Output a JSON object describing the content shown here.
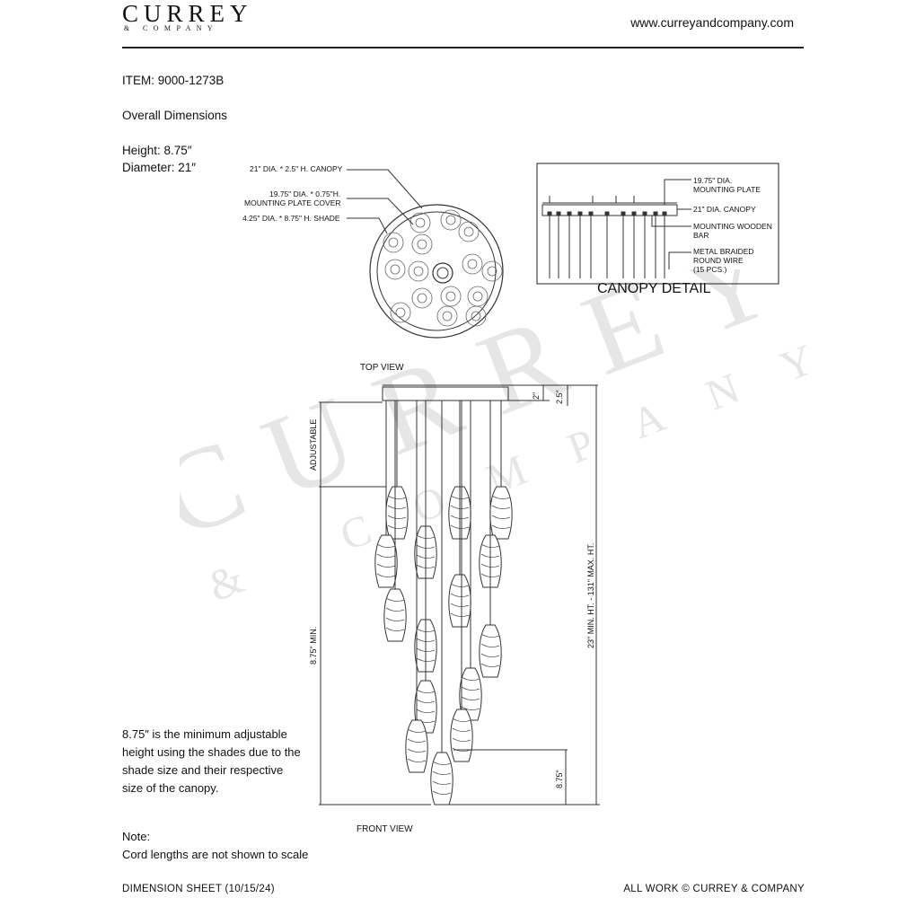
{
  "header": {
    "brand_name": "CURREY",
    "brand_sub": "& COMPANY",
    "url": "www.curreyandcompany.com"
  },
  "item": {
    "label": "ITEM: 9000-1273B",
    "overall_title": "Overall Dimensions",
    "height": "Height: 8.75″",
    "diameter": "Diameter: 21″"
  },
  "top_view": {
    "caption": "TOP VIEW",
    "callouts": {
      "canopy": "21\" DIA. * 2.5\" H. CANOPY",
      "plate_cover_1": "19.75\" DIA. * 0.75\"H.",
      "plate_cover_2": "MOUNTING PLATE COVER",
      "shade": "4.25\" DIA. * 8.75\" H. SHADE"
    }
  },
  "canopy_detail": {
    "title": "CANOPY DETAIL",
    "callouts": {
      "plate_1": "19.75\" DIA.",
      "plate_2": "MOUNTING PLATE",
      "canopy": "21\" DIA. CANOPY",
      "bar_1": "MOUNTING WOODEN",
      "bar_2": "BAR",
      "wire_1": "METAL BRAIDED",
      "wire_2": "ROUND WIRE",
      "wire_3": "(15 PCS.)"
    }
  },
  "front_view": {
    "caption": "FRONT VIEW",
    "adjustable": "ADJUSTABLE",
    "min_height": "8.75\" MIN.",
    "overall_height": "23\" MIN. HT. - 131\" MAX. HT.",
    "dim_2": "2\"",
    "dim_25": "2.5\"",
    "dim_shade": "8.75\""
  },
  "note_block": {
    "text_lines": [
      "8.75″ is the minimum adjustable",
      "height using the shades due to the",
      "shade size and their respective",
      "size of the canopy."
    ],
    "note_label": "Note:",
    "note_text": "Cord lengths are not shown to scale"
  },
  "footer": {
    "left": "DIMENSION SHEET (10/15/24)",
    "right": "ALL WORK © CURREY & COMPANY"
  },
  "watermark": {
    "big": "CURREY",
    "small": "& COMPANY"
  },
  "colors": {
    "ink": "#111111",
    "watermark": "#e2e2e2",
    "line": "#333333"
  }
}
